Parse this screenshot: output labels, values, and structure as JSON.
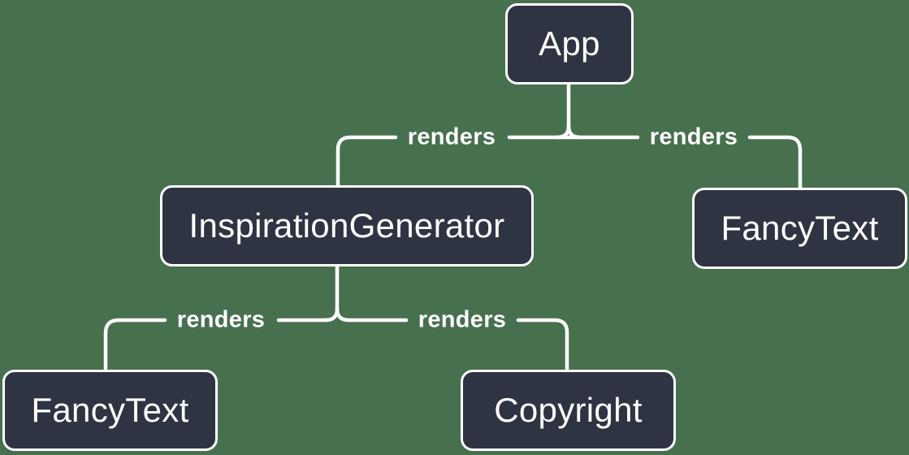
{
  "colors": {
    "background": "#47704E",
    "node_fill": "#2E3442",
    "node_border": "#FFFFFF",
    "edge_line": "#FFFFFF",
    "text": "#FFFFFF"
  },
  "nodes": [
    {
      "id": "app",
      "label": "App"
    },
    {
      "id": "inspiration-generator",
      "label": "InspirationGenerator"
    },
    {
      "id": "fancy-text-top-right",
      "label": "FancyText"
    },
    {
      "id": "fancy-text-bottom-left",
      "label": "FancyText"
    },
    {
      "id": "copyright",
      "label": "Copyright"
    }
  ],
  "edges": [
    {
      "from": "App",
      "to": "InspirationGenerator",
      "label": "renders"
    },
    {
      "from": "App",
      "to": "FancyText",
      "label": "renders"
    },
    {
      "from": "InspirationGenerator",
      "to": "FancyText",
      "label": "renders"
    },
    {
      "from": "InspirationGenerator",
      "to": "Copyright",
      "label": "renders"
    }
  ]
}
